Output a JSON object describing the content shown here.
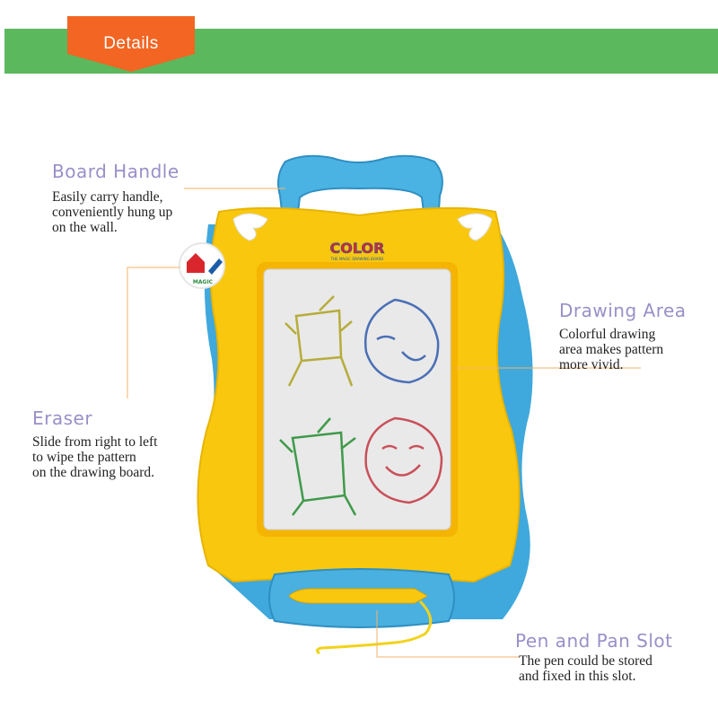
{
  "banner": {
    "label": "Details",
    "bar_color": "#5cb85c",
    "tab_color": "#f26522"
  },
  "colors": {
    "title": "#9a8fc8",
    "leader": "#f7b267"
  },
  "product": {
    "logo_text": "COLOR",
    "logo_subtext": "THE MAGIC DRAWING BOARD",
    "badge_text": "MAGIC"
  },
  "callouts": {
    "handle": {
      "title": "Board Handle",
      "lines": [
        "Easily carry handle,",
        "conveniently hung up",
        "on the wall."
      ]
    },
    "drawing": {
      "title": "Drawing Area",
      "lines": [
        "Colorful drawing",
        "area makes pattern",
        "more vivid."
      ]
    },
    "eraser": {
      "title": "Eraser",
      "lines": [
        "Slide from right to left",
        "to wipe the pattern",
        "on the drawing board."
      ]
    },
    "pen": {
      "title": "Pen and Pan Slot",
      "lines": [
        "The pen could be stored",
        "and fixed in this slot."
      ]
    }
  }
}
